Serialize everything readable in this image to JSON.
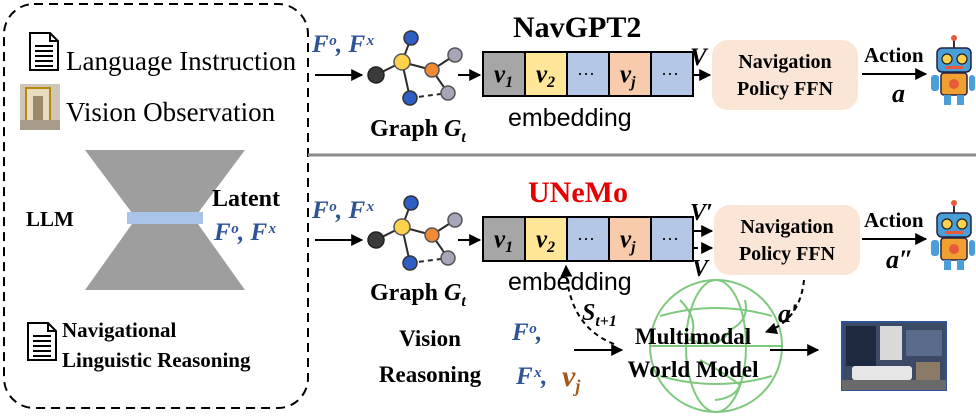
{
  "left_panel": {
    "language_instruction": "Language Instruction",
    "vision_observation": "Vision Observation",
    "llm": "LLM",
    "latent": "Latent",
    "latent_features": "Fᵒ, Fˣ",
    "navigational_line1": "Navigational",
    "navigational_line2": "Linguistic Reasoning"
  },
  "top_row": {
    "features": "Fᵒ, Fˣ",
    "graph_label": "Graph",
    "graph_symbol": "G",
    "graph_sub": "t",
    "model_name": "NavGPT2",
    "tokens": [
      "v",
      "v",
      "···",
      "v",
      "···"
    ],
    "token_subs": [
      "1",
      "2",
      "",
      "j",
      ""
    ],
    "embedding": "embedding",
    "v_out": "V",
    "policy_line1": "Navigation",
    "policy_line2": "Policy FFN",
    "action": "Action",
    "action_symbol": "a"
  },
  "bottom_row": {
    "features": "Fᵒ, Fˣ",
    "graph_label": "Graph",
    "graph_symbol": "G",
    "graph_sub": "t",
    "model_name": "UNeMo",
    "tokens": [
      "v",
      "v",
      "···",
      "v",
      "···"
    ],
    "token_subs": [
      "1",
      "2",
      "",
      "j",
      ""
    ],
    "embedding": "embedding",
    "v_prime": "V′",
    "v_plain": "V",
    "policy_line1": "Navigation",
    "policy_line2": "Policy FFN",
    "action": "Action",
    "action_symbol": "a″",
    "a_prime": "a′",
    "s_state": "S",
    "s_sub": "t+1",
    "vision_line1": "Vision",
    "vision_line2": "Reasoning",
    "fo": "Fᵒ,",
    "fx": "Fˣ,",
    "vj": "v",
    "vj_sub": "j",
    "world_line1": "Multimodal",
    "world_line2": "World Model"
  },
  "colors": {
    "feature_blue": "#2f5496",
    "unemo_red": "#e60000",
    "token_gray": "#a6a6a6",
    "token_yellow": "#ffe699",
    "token_blue": "#b4c7e7",
    "token_orange": "#f8cbad",
    "policy_fill": "#fbe5d6",
    "vj_brown": "#a15a1c"
  }
}
